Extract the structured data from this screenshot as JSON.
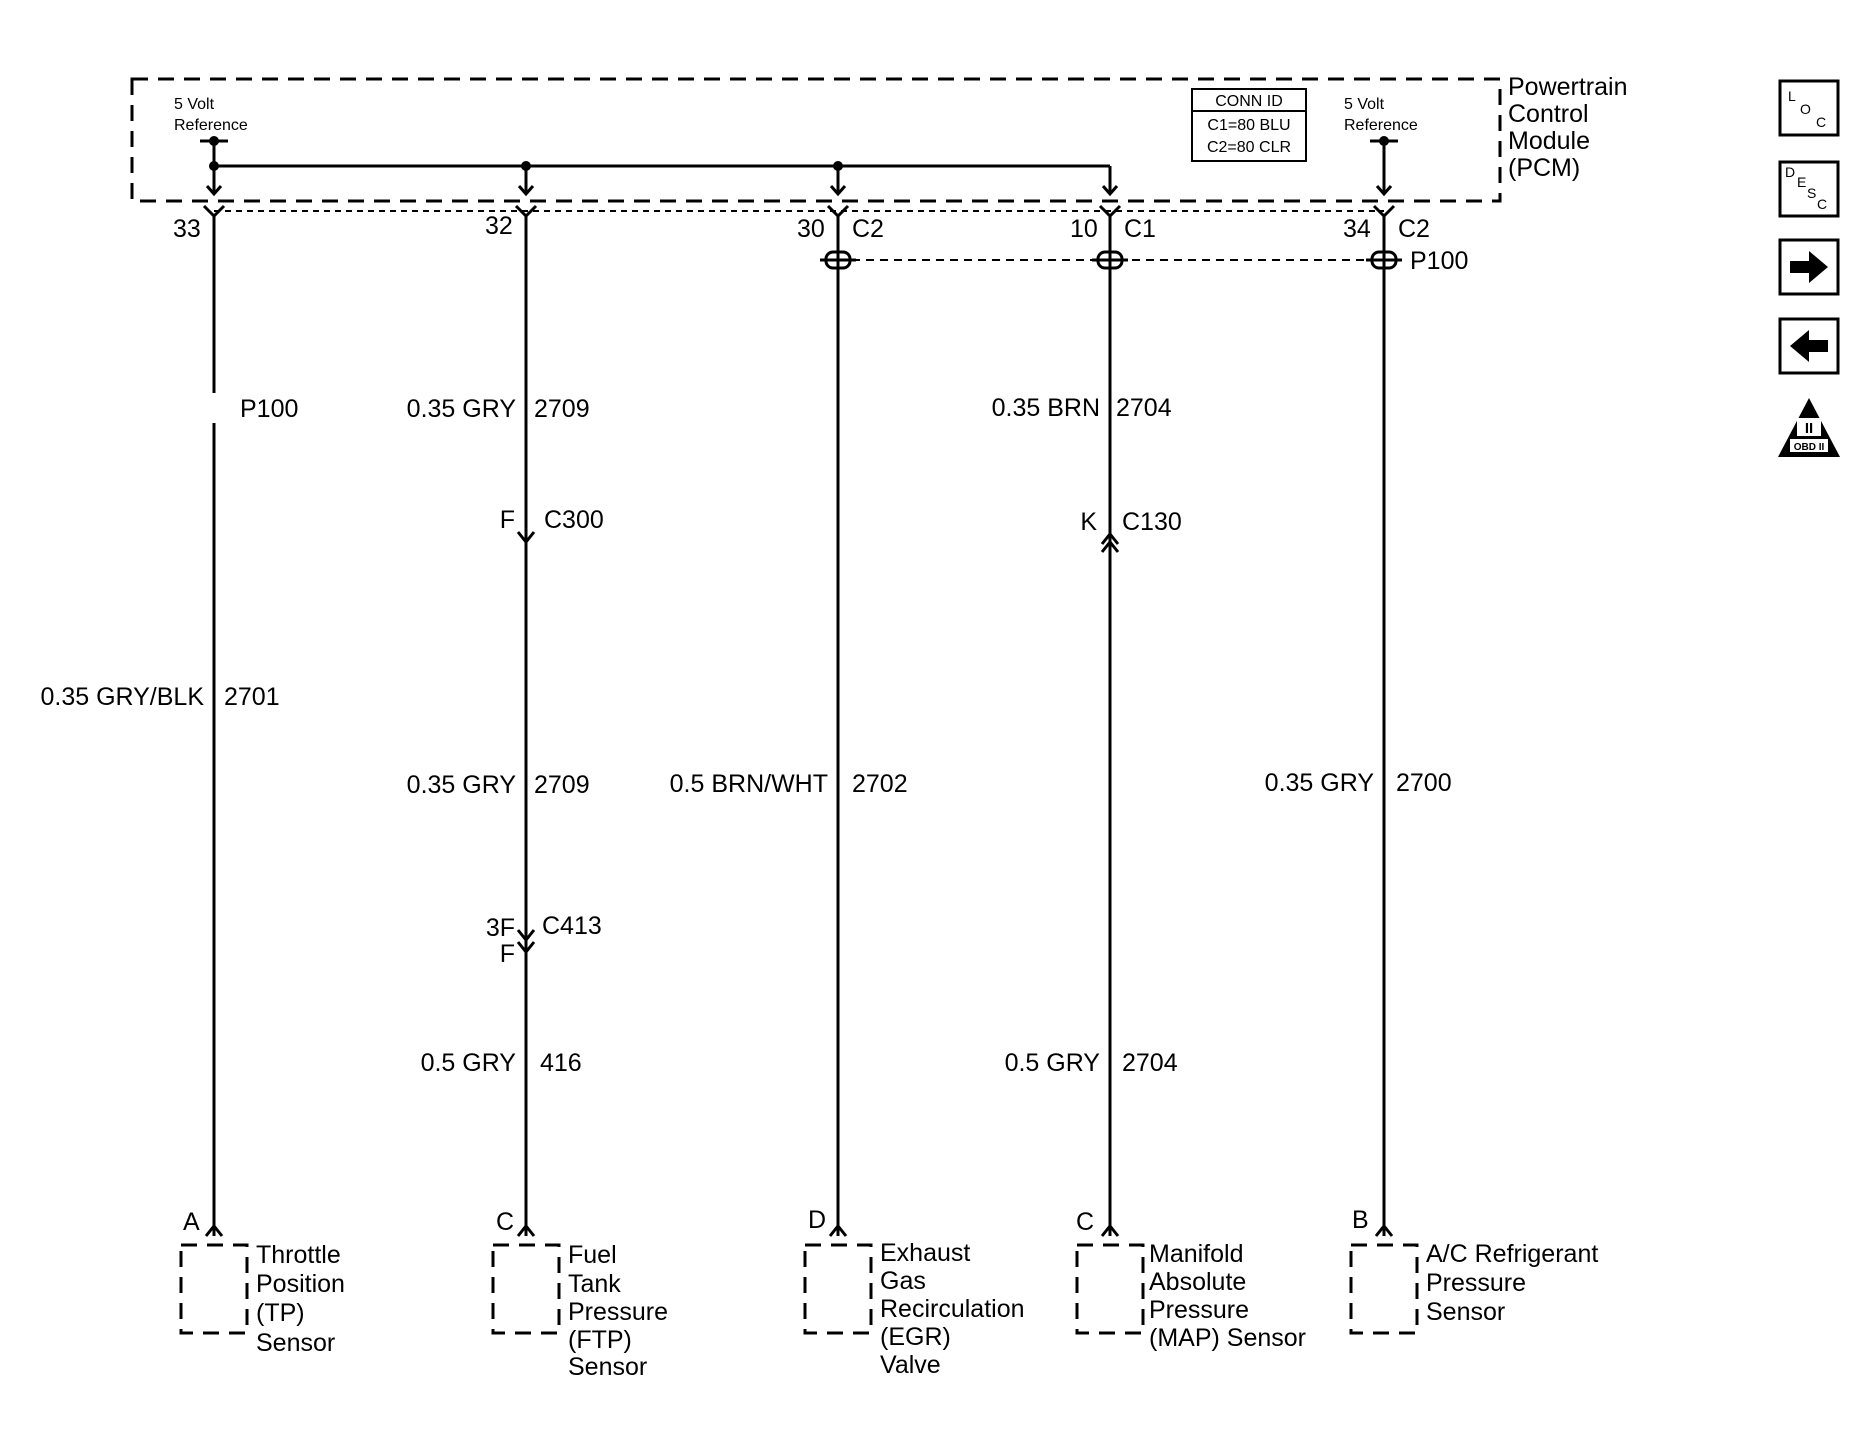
{
  "module": {
    "name_lines": [
      "Powertrain",
      "Control",
      "Module",
      "(PCM)"
    ],
    "ref_left": [
      "5 Volt",
      "Reference"
    ],
    "ref_right": [
      "5 Volt",
      "Reference"
    ],
    "conn_id": [
      "CONN ID",
      "C1=80 BLU",
      "C2=80 CLR"
    ]
  },
  "pins": {
    "p33": "33",
    "p32": "32",
    "p30": "30",
    "p30c": "C2",
    "p10": "10",
    "p10c": "C1",
    "p34": "34",
    "p34c": "C2"
  },
  "splice": {
    "top": "P100",
    "left": "P100"
  },
  "wires": {
    "w2701_color": "0.35 GRY/BLK",
    "w2701_circ": "2701",
    "w2709a_color": "0.35 GRY",
    "w2709a_circ": "2709",
    "w2709b_color": "0.35 GRY",
    "w2709b_circ": "2709",
    "w416_color": "0.5 GRY",
    "w416_circ": "416",
    "w2702_color": "0.5 BRN/WHT",
    "w2702_circ": "2702",
    "w2704a_color": "0.35 BRN",
    "w2704a_circ": "2704",
    "w2704b_color": "0.5 GRY",
    "w2704b_circ": "2704",
    "w2700_color": "0.35 GRY",
    "w2700_circ": "2700"
  },
  "connectors": {
    "c300_pin": "F",
    "c300": "C300",
    "c130_pin": "K",
    "c130": "C130",
    "c413_pin_top": "3F",
    "c413_pin_bot": "F",
    "c413": "C413"
  },
  "components": {
    "tp": {
      "pin": "A",
      "lines": [
        "Throttle",
        "Position",
        "(TP)",
        "Sensor"
      ]
    },
    "ftp": {
      "pin": "C",
      "lines": [
        "Fuel",
        "Tank",
        "Pressure",
        "(FTP)",
        "Sensor"
      ]
    },
    "egr": {
      "pin": "D",
      "lines": [
        "Exhaust",
        "Gas",
        "Recirculation",
        "(EGR)",
        "Valve"
      ]
    },
    "map": {
      "pin": "C",
      "lines": [
        "Manifold",
        "Absolute",
        "Pressure",
        "(MAP) Sensor"
      ]
    },
    "ac": {
      "pin": "B",
      "lines": [
        "A/C Refrigerant",
        "Pressure",
        "Sensor"
      ]
    }
  },
  "nav": {
    "loc": {
      "a": "L",
      "b": "O",
      "c": "C"
    },
    "desc": {
      "a": "D",
      "b": "E",
      "c": "S",
      "d": "C"
    },
    "obd": {
      "roman": "II",
      "label": "OBD II"
    }
  },
  "colors": {
    "ink": "#000000",
    "background": "#ffffff"
  }
}
